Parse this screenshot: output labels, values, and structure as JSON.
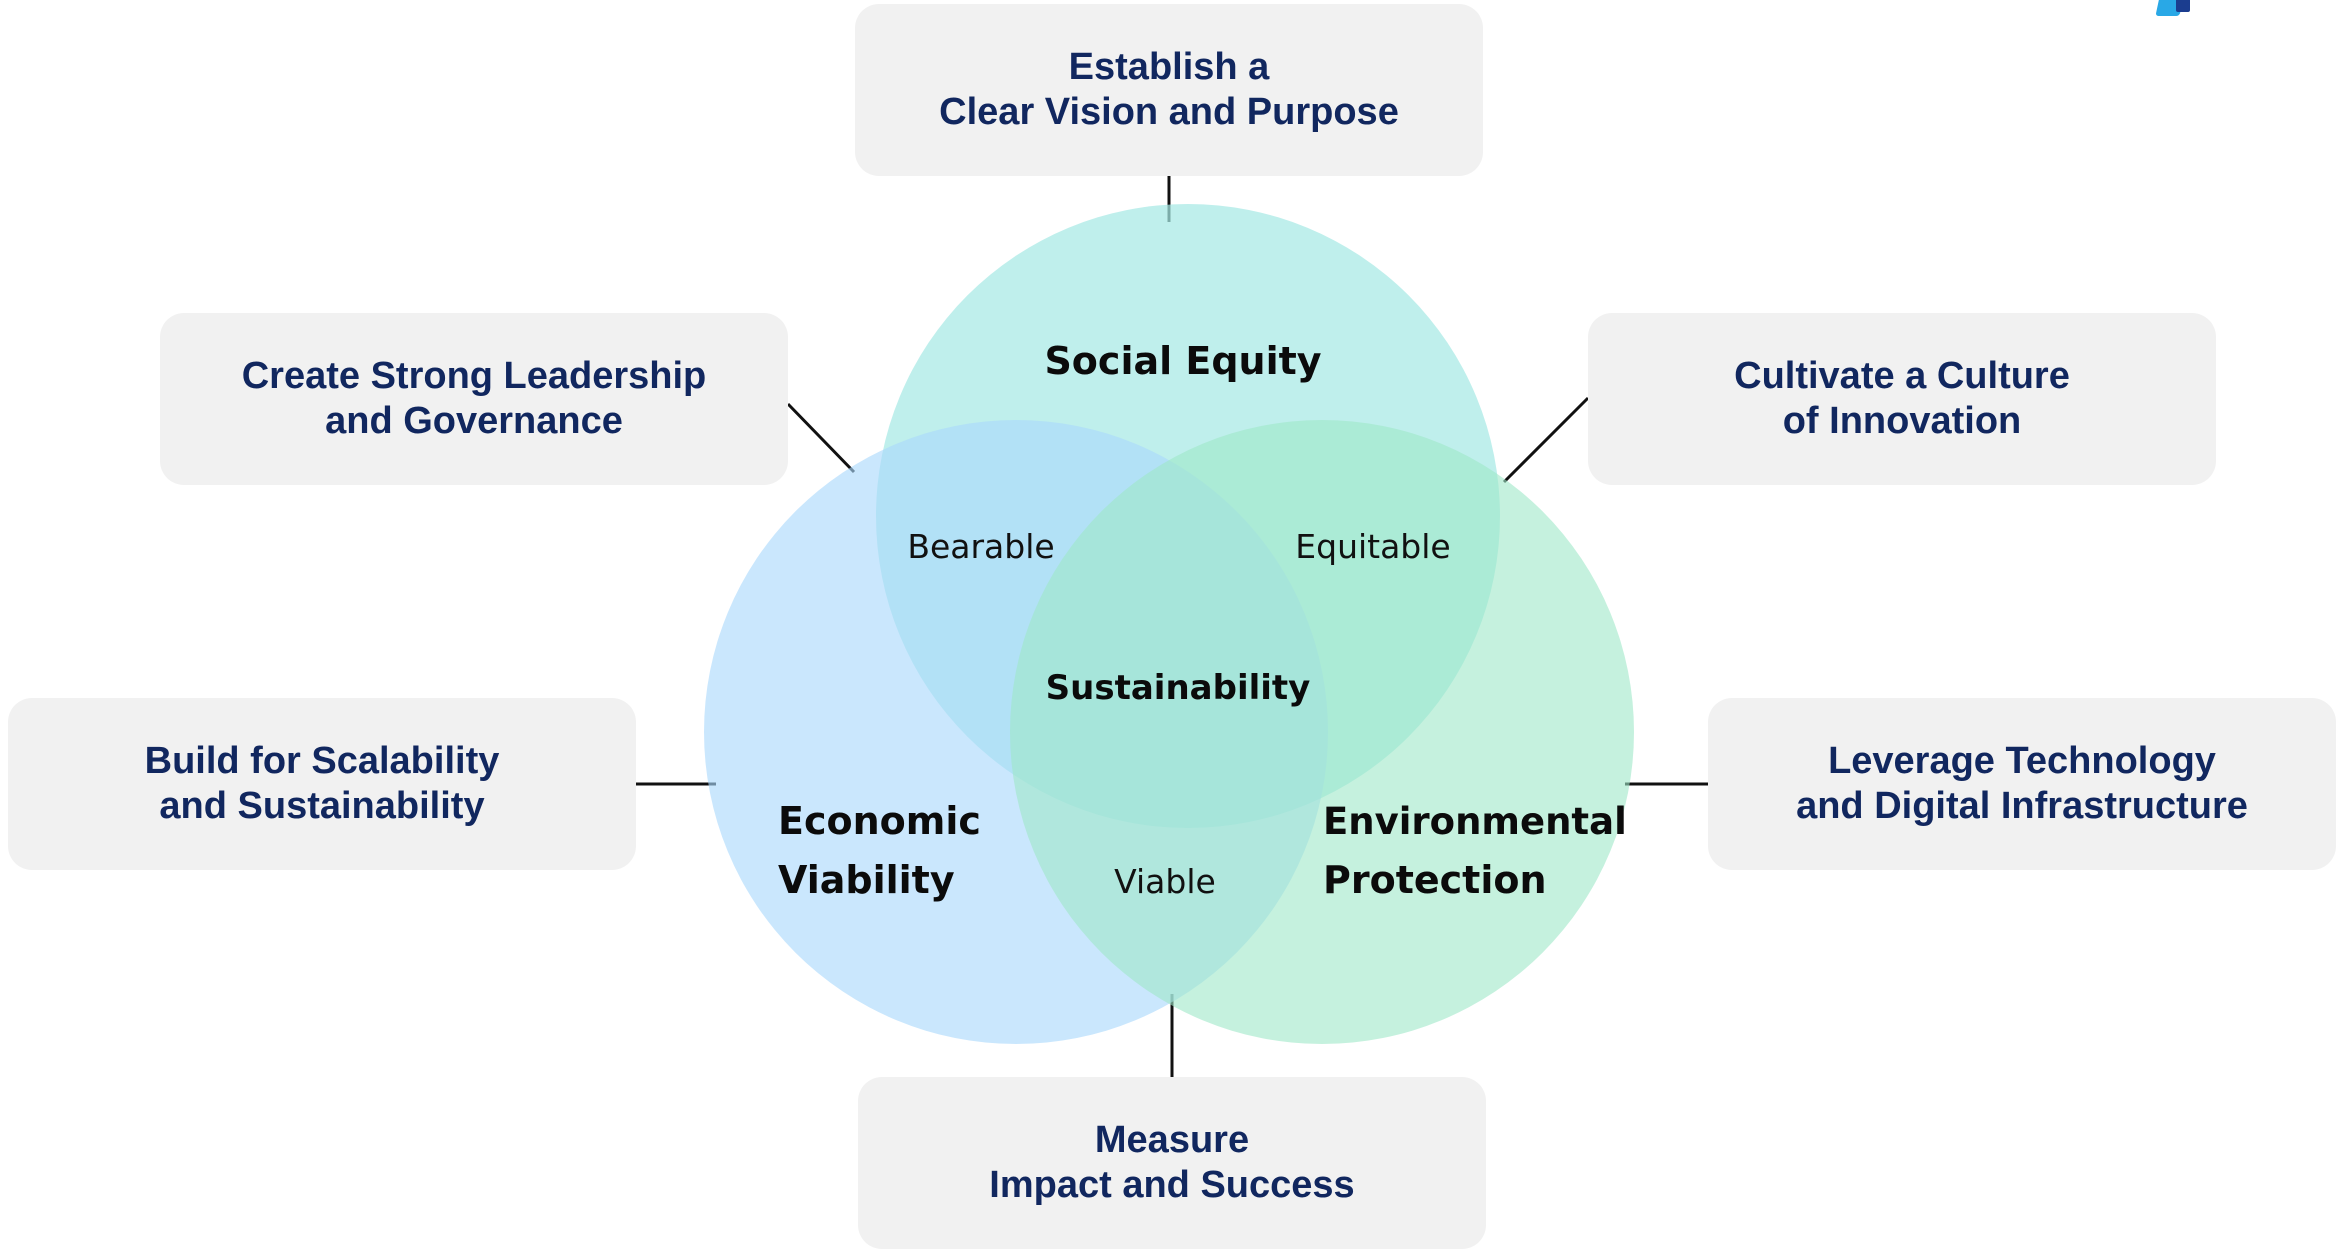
{
  "boxes": {
    "top": {
      "line1": "Establish a",
      "line2": "Clear Vision and Purpose"
    },
    "top_left": {
      "line1": "Create Strong Leadership",
      "line2": "and Governance"
    },
    "top_right": {
      "line1": "Cultivate a Culture",
      "line2": "of Innovation"
    },
    "left": {
      "line1": "Build for Scalability",
      "line2": "and Sustainability"
    },
    "right": {
      "line1": "Leverage Technology",
      "line2": "and Digital Infrastructure"
    },
    "bottom": {
      "line1": "Measure",
      "line2": "Impact and Success"
    }
  },
  "venn": {
    "social": {
      "label": "Social Equity"
    },
    "economic": {
      "line1": "Economic",
      "line2": "Viability"
    },
    "environmental": {
      "line1": "Environmental",
      "line2": "Protection"
    },
    "bearable": "Bearable",
    "equitable": "Equitable",
    "viable": "Viable",
    "center": "Sustainability"
  },
  "colors": {
    "social_circle": "#a6e9e4",
    "economic_circle": "#a9d8fb",
    "environmental_circle": "#9ee8c8",
    "box_text": "#11275f",
    "box_bg": "#f1f1f1"
  }
}
